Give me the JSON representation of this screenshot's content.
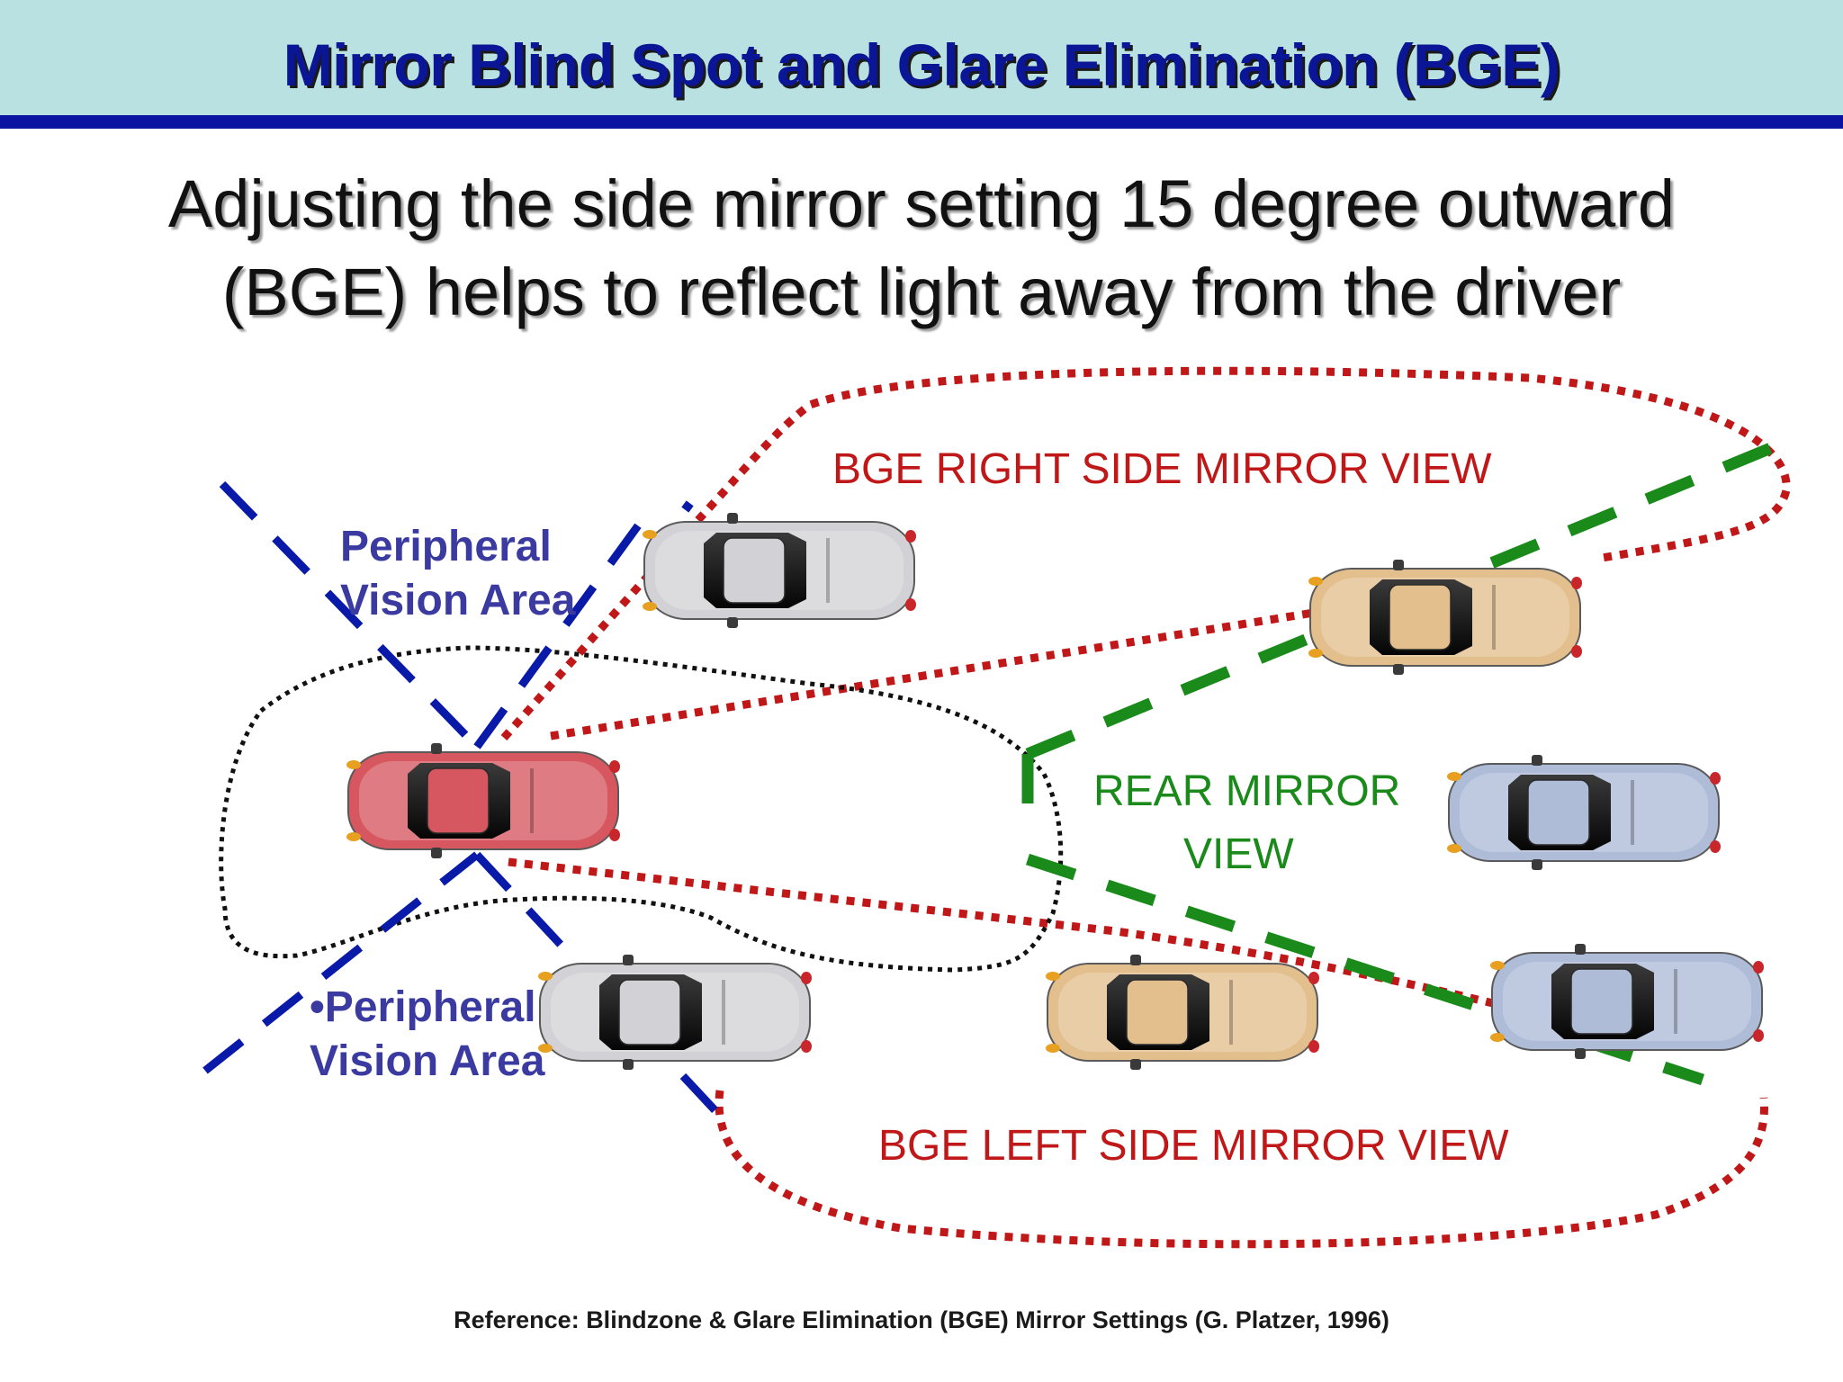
{
  "slide": {
    "title": "Mirror Blind Spot and Glare Elimination (BGE)",
    "subtitle_line1": "Adjusting the side mirror setting 15 degree outward",
    "subtitle_line2": "(BGE) helps to reflect light away from the driver",
    "reference": "Reference: Blindzone & Glare Elimination (BGE) Mirror Settings (G. Platzer, 1996)"
  },
  "labels": {
    "bge_right": "BGE RIGHT SIDE MIRROR VIEW",
    "bge_left": "BGE LEFT SIDE MIRROR VIEW",
    "rear_line1": "REAR MIRROR",
    "rear_line2": "VIEW",
    "peripheral_top_line1": "Peripheral",
    "peripheral_top_line2": "Vision Area",
    "peripheral_bottom_line1": "•Peripheral",
    "peripheral_bottom_line2": "Vision Area"
  },
  "colors": {
    "header_bg": "#b9e1e1",
    "header_rule": "#0a14a0",
    "title": "#0b1696",
    "bge_zone": "#c01818",
    "rear_zone": "#1a8a1a",
    "peripheral": "#0a1aa8",
    "driver_zone": "#111111",
    "car_driver": "#d6575f",
    "car_white": "#d2d2d6",
    "car_tan": "#e3bf8e",
    "car_blue": "#aebcd8"
  },
  "cars": [
    {
      "id": "driver",
      "color": "car_driver"
    },
    {
      "id": "top-left-white",
      "color": "car_white"
    },
    {
      "id": "top-right-tan",
      "color": "car_tan"
    },
    {
      "id": "right-blue",
      "color": "car_blue"
    },
    {
      "id": "bottom-right-blue",
      "color": "car_blue"
    },
    {
      "id": "bottom-tan",
      "color": "car_tan"
    },
    {
      "id": "bottom-left-white",
      "color": "car_white"
    }
  ]
}
